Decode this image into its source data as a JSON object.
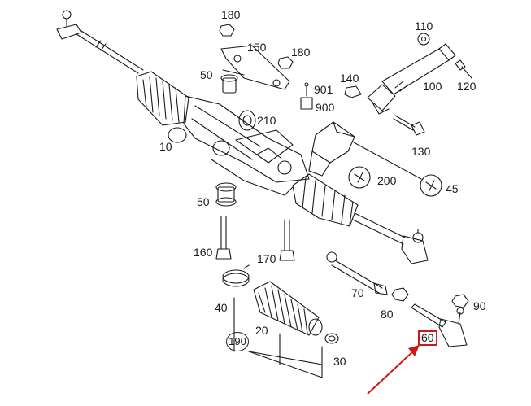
{
  "diagram": {
    "part_labels": [
      {
        "id": "p10",
        "text": "10"
      },
      {
        "id": "p20",
        "text": "20"
      },
      {
        "id": "p30",
        "text": "30"
      },
      {
        "id": "p40",
        "text": "40"
      },
      {
        "id": "p45",
        "text": "45"
      },
      {
        "id": "p50a",
        "text": "50"
      },
      {
        "id": "p50b",
        "text": "50"
      },
      {
        "id": "p60",
        "text": "60"
      },
      {
        "id": "p70",
        "text": "70"
      },
      {
        "id": "p80",
        "text": "80"
      },
      {
        "id": "p90",
        "text": "90"
      },
      {
        "id": "p100",
        "text": "100"
      },
      {
        "id": "p110",
        "text": "110"
      },
      {
        "id": "p120",
        "text": "120"
      },
      {
        "id": "p130",
        "text": "130"
      },
      {
        "id": "p140",
        "text": "140"
      },
      {
        "id": "p150",
        "text": "150"
      },
      {
        "id": "p160",
        "text": "160"
      },
      {
        "id": "p170",
        "text": "170"
      },
      {
        "id": "p180a",
        "text": "180"
      },
      {
        "id": "p180b",
        "text": "180"
      },
      {
        "id": "p190",
        "text": "190"
      },
      {
        "id": "p200",
        "text": "200"
      },
      {
        "id": "p210",
        "text": "210"
      },
      {
        "id": "p900",
        "text": "900"
      },
      {
        "id": "p901",
        "text": "901"
      }
    ],
    "highlighted_part": "60",
    "colors": {
      "line": "#1a1a1a",
      "highlight": "#d01818",
      "arrow": "#d01818"
    }
  }
}
